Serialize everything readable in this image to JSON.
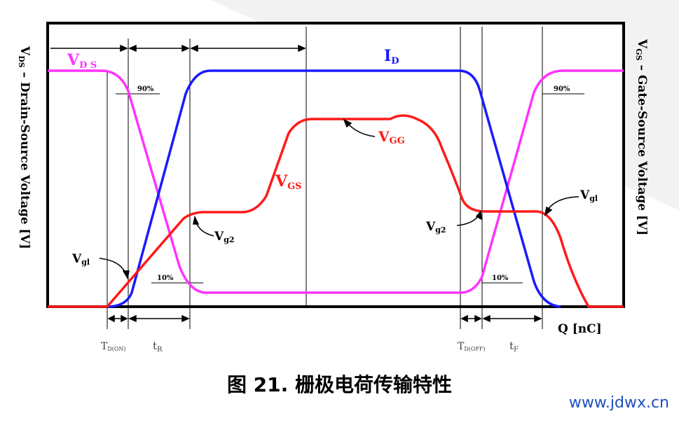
{
  "labels": {
    "vds": "V",
    "vds_sub": "D S",
    "id": "I",
    "id_sub": "D",
    "vgg": "V",
    "vgg_sub": "GG",
    "vgs": "V",
    "vgs_sub": "GS",
    "vg1": "V",
    "vg1_sub": "gl",
    "vg2": "V",
    "vg2_sub": "g2",
    "pct90": "90%",
    "pct10": "10%",
    "td_on": "T",
    "td_on_sub": "D(ON)",
    "tr": "t",
    "tr_sub": "R",
    "td_off": "T",
    "td_off_sub": "D(OFF)",
    "tf": "t",
    "tf_sub": "F",
    "q_axis": "Q [nC]",
    "left_axis": "V",
    "left_axis_sub": "DS",
    "left_axis_rest": " – Drain-Source Voltage [V]",
    "right_axis": "V",
    "right_axis_sub": "GS",
    "right_axis_rest": " – Gate-Source Voltage [V]"
  },
  "caption": "图 21. 栅极电荷传输特性",
  "watermark": "www.jdwx.cn",
  "colors": {
    "vds": "#ff33ff",
    "id": "#1a1aff",
    "vgs": "#ff1a1a",
    "frame": "#000000"
  }
}
